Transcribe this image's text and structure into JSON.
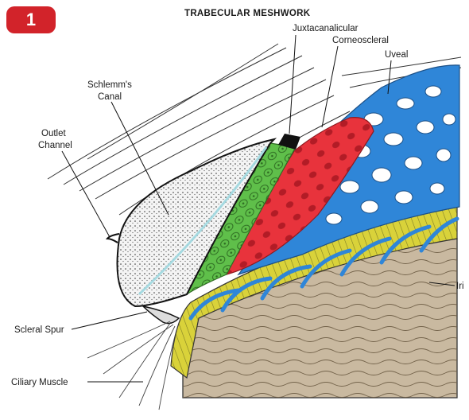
{
  "figure": {
    "badge": "1",
    "title": "TRABECULAR MESHWORK",
    "labels": {
      "juxtacanalicular": "Juxtacanalicular",
      "corneoscleral": "Corneoscleral",
      "uveal": "Uveal",
      "schlemms_canal_1": "Schlemm's",
      "schlemms_canal_2": "Canal",
      "outlet_channel_1": "Outlet",
      "outlet_channel_2": "Channel",
      "scleral_spur": "Scleral Spur",
      "ciliary_muscle": "Ciliary Muscle",
      "iris": "Iri"
    },
    "colors": {
      "badge": "#d2232a",
      "juxtacanalicular_layer": "#5fbf4a",
      "corneoscleral_layer": "#e8333c",
      "uveal_layer": "#2f86d8",
      "ciliary_muscle": "#d9d23a",
      "iris": "#c9b9a0",
      "schlemms_canal": "#9fd8e0"
    }
  }
}
